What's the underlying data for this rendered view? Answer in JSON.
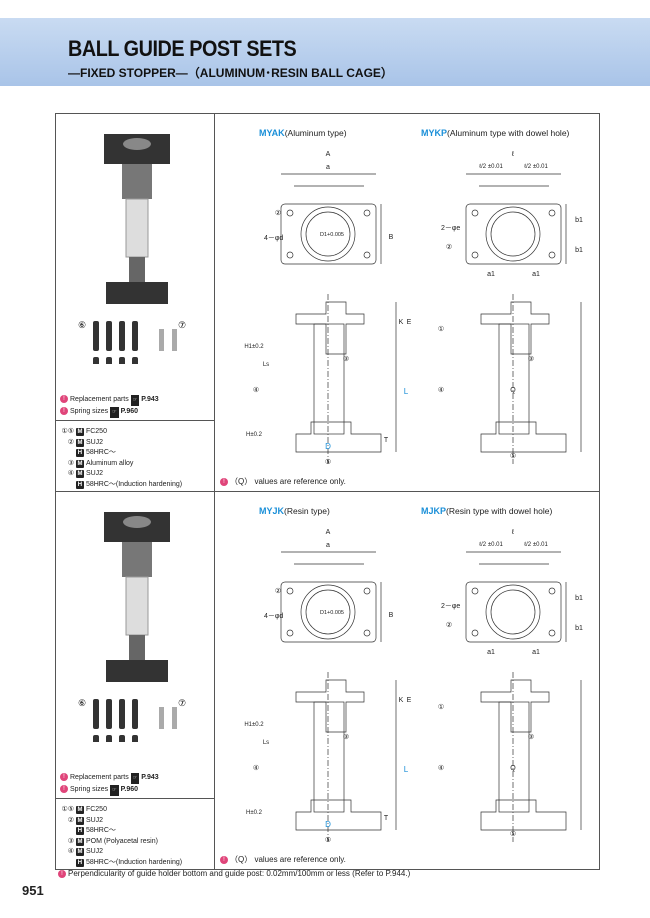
{
  "header": {
    "title": "BALL GUIDE POST SETS",
    "subtitle": "—FIXED STOPPER—（ALUMINUM･RESIN BALL CAGE）"
  },
  "colors": {
    "header_band": "#b5cdec",
    "model_code": "#1a8fd8",
    "note_pin": "#e0457a"
  },
  "sections": [
    {
      "parts_labels": [
        "⑥",
        "⑦"
      ],
      "replacement": {
        "label": "Replacement parts",
        "page": "P.943"
      },
      "spring": {
        "label": "Spring sizes",
        "page": "P.960"
      },
      "materials": [
        {
          "num": "①⑤",
          "badge": "M",
          "text": "FC250"
        },
        {
          "num": "②",
          "badge": "M",
          "text": "SUJ2"
        },
        {
          "num": "",
          "badge": "H",
          "text": "58HRC～"
        },
        {
          "num": "③",
          "badge": "M",
          "text": "Aluminum alloy"
        },
        {
          "num": "④",
          "badge": "M",
          "text": "SUJ2"
        },
        {
          "num": "",
          "badge": "H",
          "text": "58HRC～(Induction hardening)"
        }
      ],
      "left_model": {
        "code": "MYAK",
        "desc": "(Aluminum type)"
      },
      "right_model": {
        "code": "MYKP",
        "desc": "(Aluminum type with dowel hole)"
      },
      "ref_note": "（Q） values are reference only."
    },
    {
      "parts_labels": [
        "⑥",
        "⑦"
      ],
      "replacement": {
        "label": "Replacement parts",
        "page": "P.943"
      },
      "spring": {
        "label": "Spring sizes",
        "page": "P.960"
      },
      "materials": [
        {
          "num": "①⑤",
          "badge": "M",
          "text": "FC250"
        },
        {
          "num": "②",
          "badge": "M",
          "text": "SUJ2"
        },
        {
          "num": "",
          "badge": "H",
          "text": "58HRC～"
        },
        {
          "num": "③",
          "badge": "M",
          "text": "POM (Polyacetal resin)"
        },
        {
          "num": "④",
          "badge": "M",
          "text": "SUJ2"
        },
        {
          "num": "",
          "badge": "H",
          "text": "58HRC～(Induction hardening)"
        }
      ],
      "left_model": {
        "code": "MYJK",
        "desc": "(Resin type)"
      },
      "right_model": {
        "code": "MJKP",
        "desc": "(Resin type with dowel hole)"
      },
      "ref_note": "（Q） values are reference only."
    }
  ],
  "drawing_labels": {
    "A": "A",
    "a": "a",
    "B": "B",
    "d": "4－φd",
    "D1": "D1+0.005",
    "H1": "H1±0.2",
    "H": "H±0.2",
    "Ls": "Ls",
    "L": "L",
    "D": "D",
    "T": "T",
    "K": "K",
    "E": "E",
    "l": "ℓ",
    "l2": "ℓ/2 ±0.01",
    "a1": "a1",
    "b1": "b1",
    "e": "2－φe",
    "n1": "①",
    "n2": "②",
    "n3": "③",
    "n4": "④",
    "n5": "⑤",
    "Q": "Q"
  },
  "footer": {
    "note": "Perpendicularity of guide holder bottom and guide post: 0.02mm/100mm or less (Refer to P.944.)",
    "page_number": "951"
  }
}
